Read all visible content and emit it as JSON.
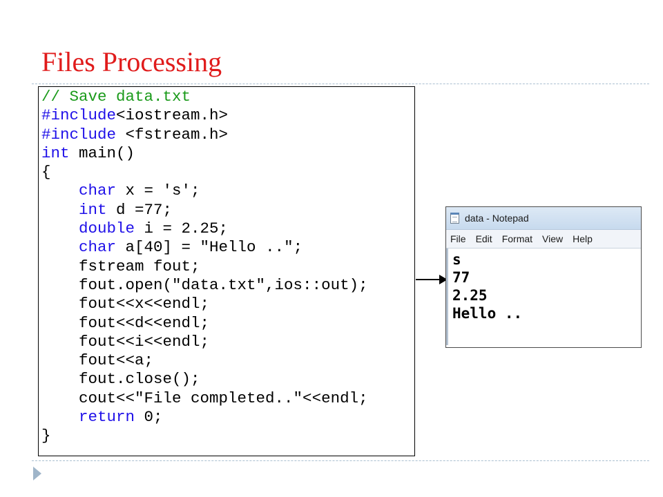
{
  "slide": {
    "title": "Files Processing"
  },
  "code": {
    "lines": [
      [
        {
          "t": "// Save data.txt",
          "c": "cm"
        }
      ],
      [
        {
          "t": "#include",
          "c": "kw"
        },
        {
          "t": "<iostream.h>",
          "c": "tx"
        }
      ],
      [
        {
          "t": "#include",
          "c": "kw"
        },
        {
          "t": " <fstream.h>",
          "c": "tx"
        }
      ],
      [
        {
          "t": "int",
          "c": "kw"
        },
        {
          "t": " main()",
          "c": "tx"
        }
      ],
      [
        {
          "t": "{",
          "c": "tx"
        }
      ],
      [
        {
          "t": "    ",
          "c": "tx"
        },
        {
          "t": "char",
          "c": "kw"
        },
        {
          "t": " x = 's';",
          "c": "tx"
        }
      ],
      [
        {
          "t": "    ",
          "c": "tx"
        },
        {
          "t": "int",
          "c": "kw"
        },
        {
          "t": " d =77;",
          "c": "tx"
        }
      ],
      [
        {
          "t": "    ",
          "c": "tx"
        },
        {
          "t": "double",
          "c": "kw"
        },
        {
          "t": " i = 2.25;",
          "c": "tx"
        }
      ],
      [
        {
          "t": "    ",
          "c": "tx"
        },
        {
          "t": "char",
          "c": "kw"
        },
        {
          "t": " a[40] = \"Hello ..\";",
          "c": "tx"
        }
      ],
      [
        {
          "t": "    fstream fout;",
          "c": "tx"
        }
      ],
      [
        {
          "t": "    fout.open(\"data.txt\",ios::out);",
          "c": "tx"
        }
      ],
      [
        {
          "t": "    fout<<x<<endl;",
          "c": "tx"
        }
      ],
      [
        {
          "t": "    fout<<d<<endl;",
          "c": "tx"
        }
      ],
      [
        {
          "t": "    fout<<i<<endl;",
          "c": "tx"
        }
      ],
      [
        {
          "t": "    fout<<a;",
          "c": "tx"
        }
      ],
      [
        {
          "t": "    fout.close();",
          "c": "tx"
        }
      ],
      [
        {
          "t": "    cout<<\"File completed..\"<<endl;",
          "c": "tx"
        }
      ],
      [
        {
          "t": "    ",
          "c": "tx"
        },
        {
          "t": "return",
          "c": "kw"
        },
        {
          "t": " 0;",
          "c": "tx"
        }
      ],
      [
        {
          "t": "}",
          "c": "tx"
        }
      ]
    ]
  },
  "notepad": {
    "title": "data - Notepad",
    "icon": "notepad-icon",
    "menu": [
      "File",
      "Edit",
      "Format",
      "View",
      "Help"
    ],
    "lines": [
      "s",
      "77",
      "2.25",
      "Hello .."
    ]
  },
  "colors": {
    "title": "#e01b1b",
    "keyword": "#1f10e8",
    "comment": "#1a9a1a"
  }
}
